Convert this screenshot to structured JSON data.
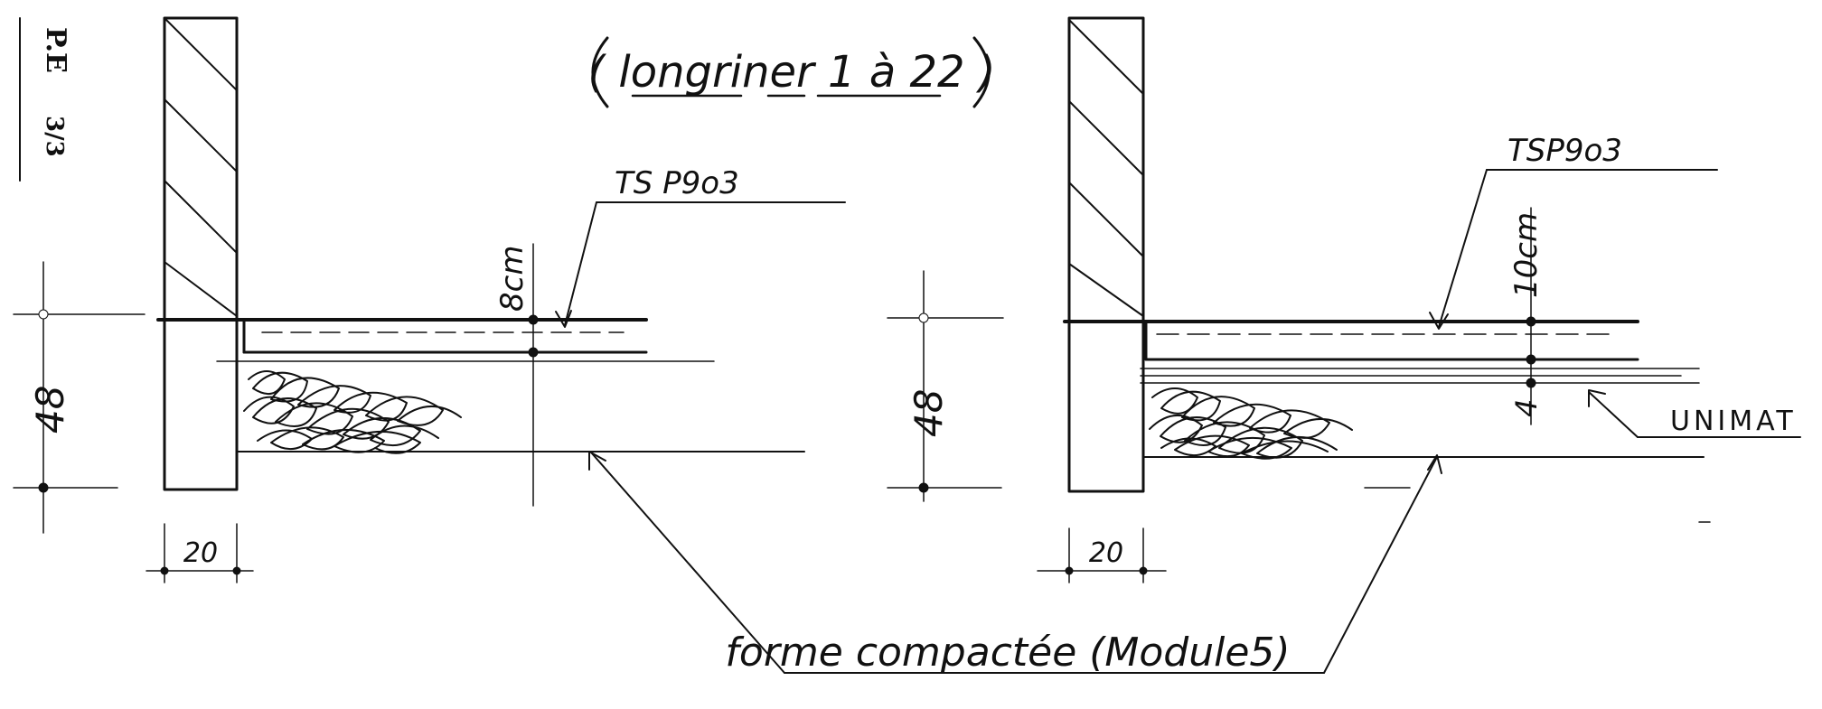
{
  "sheet_ref": {
    "main": "P.E",
    "sub": "3/3"
  },
  "title": "( longriner 1 à 22 )",
  "left_detail": {
    "mesh_label": "TS P9o3",
    "top_thickness": "8cm",
    "height_dim": "48",
    "wall_dim": "20"
  },
  "right_detail": {
    "mesh_label": "TSP9o3",
    "top_thickness": "10cm",
    "layer_dim": "4",
    "height_dim": "48",
    "wall_dim": "20",
    "membrane_label": "UNIMAT"
  },
  "shared_label": "forme compactée (Module5)",
  "colors": {
    "ink": "#111111",
    "paper": "#ffffff"
  }
}
